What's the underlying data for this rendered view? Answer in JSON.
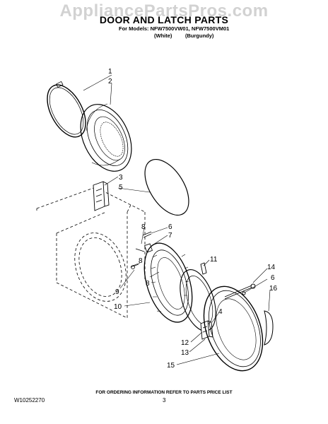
{
  "watermark": "AppliancePartsPros.com",
  "title": "DOOR AND LATCH PARTS",
  "models_line": "For Models: NFW7500VW01, NFW7500VM01",
  "color_white": "(White)",
  "color_burgundy": "(Burgundy)",
  "footer_note": "FOR ORDERING INFORMATION REFER TO PARTS PRICE LIST",
  "doc_number": "W10252270",
  "page_number": "3",
  "callouts": {
    "c1": "1",
    "c2": "2",
    "c3": "3",
    "c5": "5",
    "c6a": "6",
    "c7": "7",
    "c8a": "8",
    "c8b": "8",
    "c8c": "8",
    "c9": "9",
    "c10": "10",
    "c11": "11",
    "c14": "14",
    "c6b": "6",
    "c16": "16",
    "c4": "4",
    "c12": "12",
    "c13": "13",
    "c15": "15"
  }
}
